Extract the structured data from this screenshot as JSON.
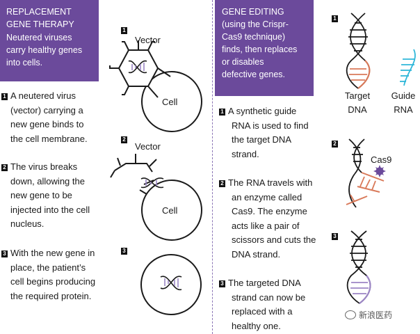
{
  "left": {
    "header_title": [
      "REPLACEMENT",
      "GENE THERAPY"
    ],
    "header_desc": [
      "Neutered viruses",
      "carry healthy genes",
      "into cells."
    ],
    "steps": [
      {
        "num": "1",
        "lines": [
          "A neutered virus",
          "(vector) carrying a",
          "new gene binds to",
          "the cell membrane."
        ]
      },
      {
        "num": "2",
        "lines": [
          "The virus breaks",
          "down, allowing the",
          "new gene to be",
          "injected into the cell",
          "nucleus."
        ]
      },
      {
        "num": "3",
        "lines": [
          "With the new gene in",
          "place, the patient’s",
          "cell begins producing",
          "the required protein."
        ]
      }
    ],
    "figures": [
      {
        "num": "1",
        "vector_label": "Vector",
        "cell_label": "Cell"
      },
      {
        "num": "2",
        "vector_label": "Vector",
        "cell_label": "Cell"
      },
      {
        "num": "3"
      }
    ]
  },
  "right": {
    "header_title": "GENE EDITING",
    "header_desc": [
      "(using the Crispr-",
      "Cas9 technique)",
      "finds, then replaces",
      "or disables",
      "defective genes."
    ],
    "steps": [
      {
        "num": "1",
        "lines": [
          "A synthetic guide",
          "RNA is used to find",
          "the target DNA",
          "strand."
        ]
      },
      {
        "num": "2",
        "lines": [
          "The RNA travels with",
          "an enzyme called",
          "Cas9. The enzyme",
          "acts like a pair of",
          "scissors and cuts the",
          "DNA strand."
        ]
      },
      {
        "num": "3",
        "lines": [
          "The targeted DNA",
          "strand can now be",
          "replaced with a",
          "healthy one."
        ]
      }
    ],
    "figures": [
      {
        "num": "1",
        "target_label": [
          "Target",
          "DNA"
        ],
        "guide_label": [
          "Guide",
          "RNA"
        ]
      },
      {
        "num": "2",
        "enzyme_label": "Cas9"
      },
      {
        "num": "3"
      }
    ]
  },
  "watermark": "新浪医药",
  "colors": {
    "purple": "#6b4a9b",
    "rna": "#2fb7d9",
    "target": "#d97a5a",
    "replaced": "#9b85c4",
    "cas9": "#6b4a9b"
  }
}
